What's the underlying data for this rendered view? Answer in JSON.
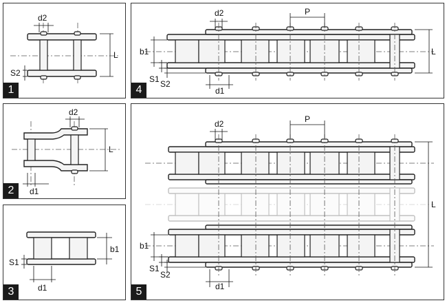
{
  "panels": [
    {
      "number": "1",
      "labels": {
        "d2": "d2",
        "L": "L",
        "S2": "S2"
      }
    },
    {
      "number": "2",
      "labels": {
        "d2": "d2",
        "L": "L",
        "d1": "d1"
      }
    },
    {
      "number": "3",
      "labels": {
        "b1": "b1",
        "S1": "S1",
        "d1": "d1"
      }
    },
    {
      "number": "4",
      "labels": {
        "d2": "d2",
        "P": "P",
        "L": "L",
        "b1": "b1",
        "S1": "S1",
        "S2": "S2",
        "d1": "d1"
      }
    },
    {
      "number": "5",
      "labels": {
        "d2": "d2",
        "P": "P",
        "L": "L",
        "b1": "b1",
        "S1": "S1",
        "S2": "S2",
        "d1": "d1"
      }
    }
  ]
}
